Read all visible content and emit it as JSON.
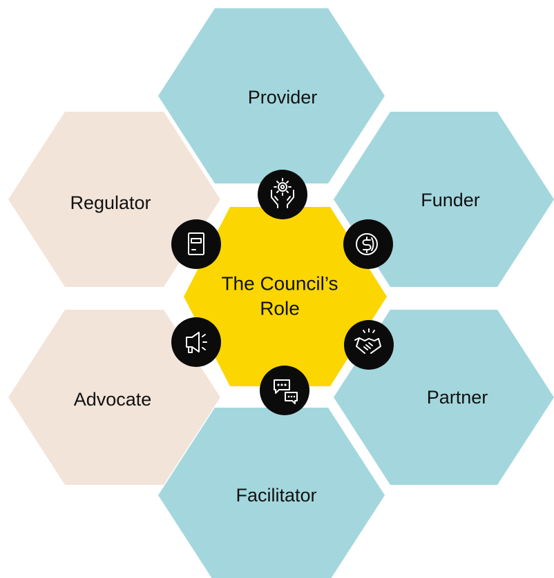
{
  "colors": {
    "role_blue": "#a3d7dd",
    "role_beige": "#f2e4d9",
    "center_yellow": "#fbd600",
    "icon_circle": "#0b0b0b",
    "icon_line": "#ffffff",
    "text": "#111111"
  },
  "center": {
    "line1": "The Council’s",
    "line2": "Role"
  },
  "roles": [
    {
      "label": "Provider",
      "color": "role_blue",
      "icon": "hands-gear-icon"
    },
    {
      "label": "Funder",
      "color": "role_blue",
      "icon": "dollar-coin-icon"
    },
    {
      "label": "Partner",
      "color": "role_blue",
      "icon": "handshake-icon"
    },
    {
      "label": "Facilitator",
      "color": "role_blue",
      "icon": "chat-bubbles-icon"
    },
    {
      "label": "Advocate",
      "color": "role_beige",
      "icon": "megaphone-icon"
    },
    {
      "label": "Regulator",
      "color": "role_beige",
      "icon": "document-folder-icon"
    }
  ]
}
